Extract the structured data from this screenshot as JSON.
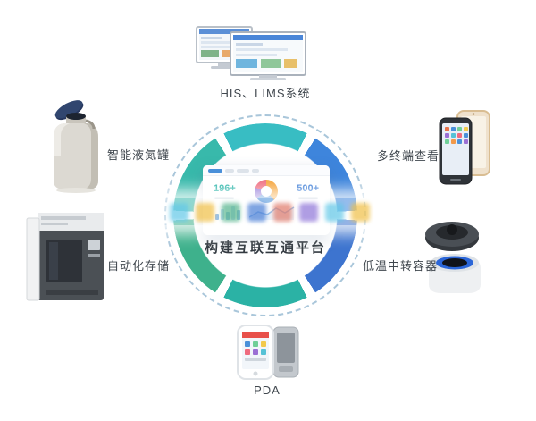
{
  "center": {
    "title": "构建互联互通平台",
    "dashboard": {
      "stat1": "196+",
      "stat2": "500+",
      "bars": [
        7,
        12,
        9,
        15,
        11
      ],
      "donut": [
        {
          "color": "#f5a43a",
          "pct": 38
        },
        {
          "color": "#4a90d9",
          "pct": 27
        },
        {
          "color": "#8a6fd4",
          "pct": 15
        },
        {
          "color": "#ef6b7e",
          "pct": 20
        }
      ]
    }
  },
  "nodes": {
    "top": {
      "label": "HIS、LIMS系统",
      "icon": "desktop-monitors-icon"
    },
    "left_upper": {
      "label": "智能液氮罐",
      "icon": "liquid-nitrogen-tank-icon"
    },
    "left_lower": {
      "label": "自动化存储",
      "icon": "automated-storage-icon"
    },
    "right_upper": {
      "label": "多终端查看",
      "icon": "smartphones-icon"
    },
    "right_lower": {
      "label": "低温中转容器",
      "icon": "cryo-transfer-container-icon"
    },
    "bottom": {
      "label": "PDA",
      "icon": "pda-scanner-icon"
    }
  },
  "ring": {
    "segments": [
      "#38bdc3",
      "#3e85dc",
      "#3d74cf",
      "#2bb2a5",
      "#3eb18c",
      "#38b9ab"
    ],
    "gap_deg": 6,
    "dashed_color": "#a9c6da"
  },
  "colors": {
    "accent_teal": "#24b2a6",
    "accent_blue": "#3a7bd5",
    "title_text": "#333a41",
    "label_text": "#40474e",
    "background": "#ffffff"
  },
  "watermark": {
    "block_colors": [
      "#62c8e8",
      "#f0bf45",
      "#54b48c",
      "#4a7fd6",
      "#e07a6a",
      "#8e74d8",
      "#62c8e8",
      "#f0bf45"
    ]
  }
}
